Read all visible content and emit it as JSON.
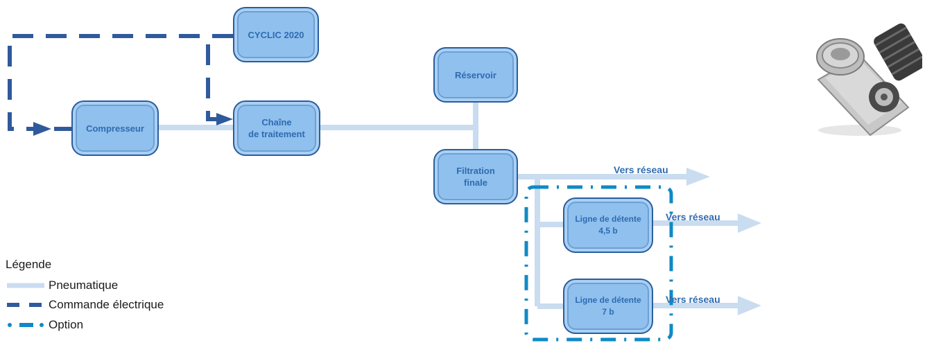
{
  "nodes": {
    "cyclic": "CYCLIC 2020",
    "compresseur": "Compresseur",
    "chaine": "Chaîne\nde traitement",
    "reservoir": "Réservoir",
    "filtration": "Filtration\nfinale",
    "detente45": "Ligne de détente\n4,5 b",
    "detente7": "Ligne de détente\n7 b"
  },
  "outputs": {
    "filtration_out": "Vers réseau",
    "detente45_out": "Vers réseau",
    "detente7_out": "Vers réseau"
  },
  "legend": {
    "title": "Légende",
    "items": [
      {
        "label": "Pneumatique",
        "style": "pneumatic-line"
      },
      {
        "label": "Commande électrique",
        "style": "electric-dashed"
      },
      {
        "label": "Option",
        "style": "option-dash-dot"
      }
    ]
  },
  "colors": {
    "node_fill": "#8fc0ee",
    "node_border": "#2a5d9e",
    "node_text": "#2f6bb0",
    "pneumatic": "#c9dcf0",
    "electric": "#2f5a9c",
    "option": "#0f8ac6"
  },
  "image": {
    "subject": "compressor-head-photo"
  }
}
